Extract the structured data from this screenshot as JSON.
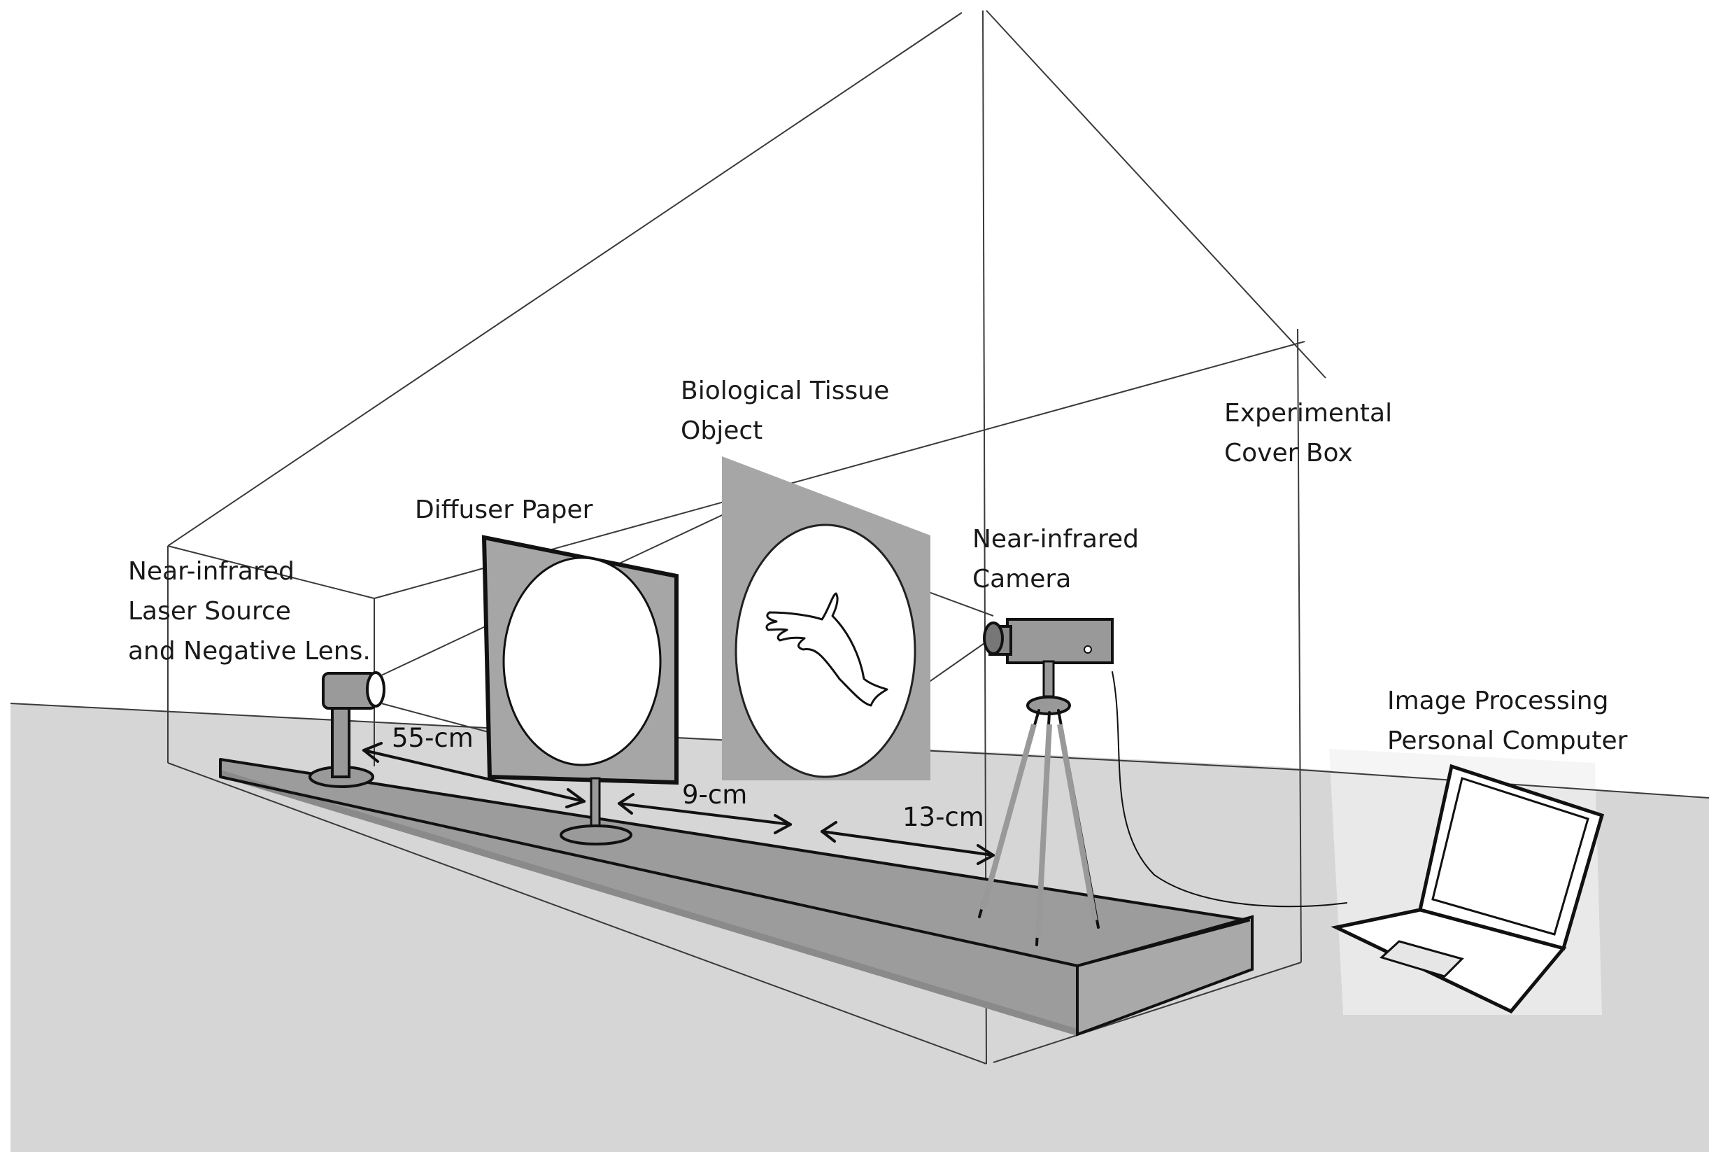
{
  "labels": {
    "laser": [
      "Near-infrared",
      "Laser Source",
      "and Negative Lens."
    ],
    "diffuser": [
      "Diffuser Paper"
    ],
    "tissue": [
      "Biological Tissue",
      "Object"
    ],
    "camera": [
      "Near-infrared",
      "Camera"
    ],
    "cover_box": [
      "Experimental",
      "Cover Box"
    ],
    "computer": [
      "Image Processing",
      "Personal Computer"
    ]
  },
  "distances": {
    "laser_to_diffuser": "55-cm",
    "diffuser_to_tissue": "9-cm",
    "tissue_to_camera": "13-cm"
  },
  "colors": {
    "floor": "#d6d6d6",
    "rail": "#9c9c9c",
    "rail_side": "#a9a9a9",
    "panel": "#a6a6a6",
    "ink": "#111111"
  }
}
